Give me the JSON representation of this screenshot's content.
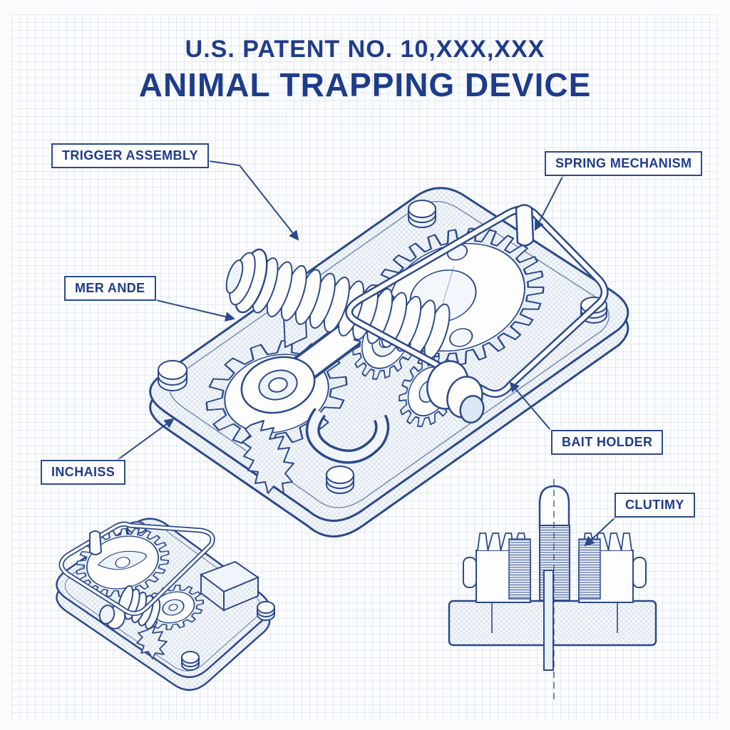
{
  "title": {
    "line1": "U.S. PATENT NO. 10,XXX,XXX",
    "line2": "ANIMAL TRAPPING DEVICE"
  },
  "labels": {
    "trigger_assembly": "TRIGGER ASSEMBLY",
    "spring_mechanism": "SPRING MECHANISM",
    "mer_ande": "MER ANDE",
    "bait_holder": "BAIT HOLDER",
    "inchaiss": "INCHAISS",
    "clutimy": "CLUTIMY"
  },
  "colors": {
    "ink_line": "#2b4a8b",
    "label_text": "#1e3c8c",
    "paper": "#fbfcfe",
    "grid_line": "#dde3ee"
  }
}
